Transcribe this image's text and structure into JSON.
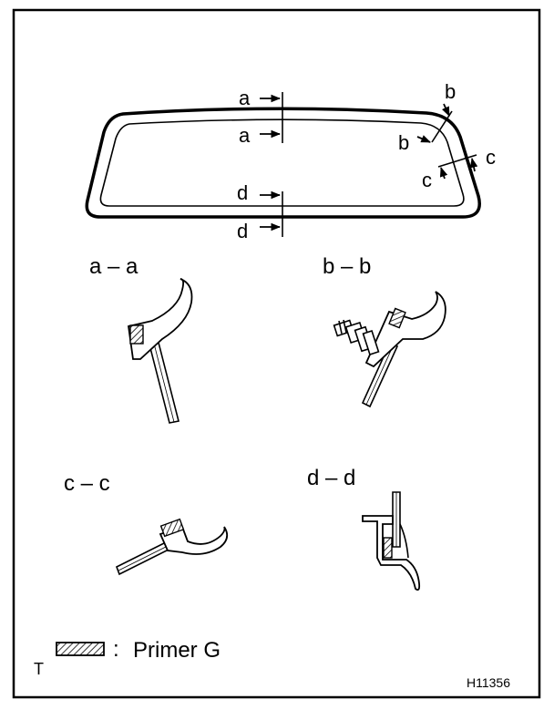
{
  "window": {
    "cut_labels": {
      "a_top": "a",
      "a_bottom": "a",
      "b_top": "b",
      "b_bottom": "b",
      "c_right": "c",
      "c_left": "c",
      "d_top": "d",
      "d_bottom": "d"
    }
  },
  "sections": [
    {
      "title": "a – a"
    },
    {
      "title": "b – b"
    },
    {
      "title": "c – c"
    },
    {
      "title": "d – d"
    }
  ],
  "legend": {
    "separator": ":",
    "label": "Primer G"
  },
  "corner_mark": "T",
  "figure_code": "H11356"
}
